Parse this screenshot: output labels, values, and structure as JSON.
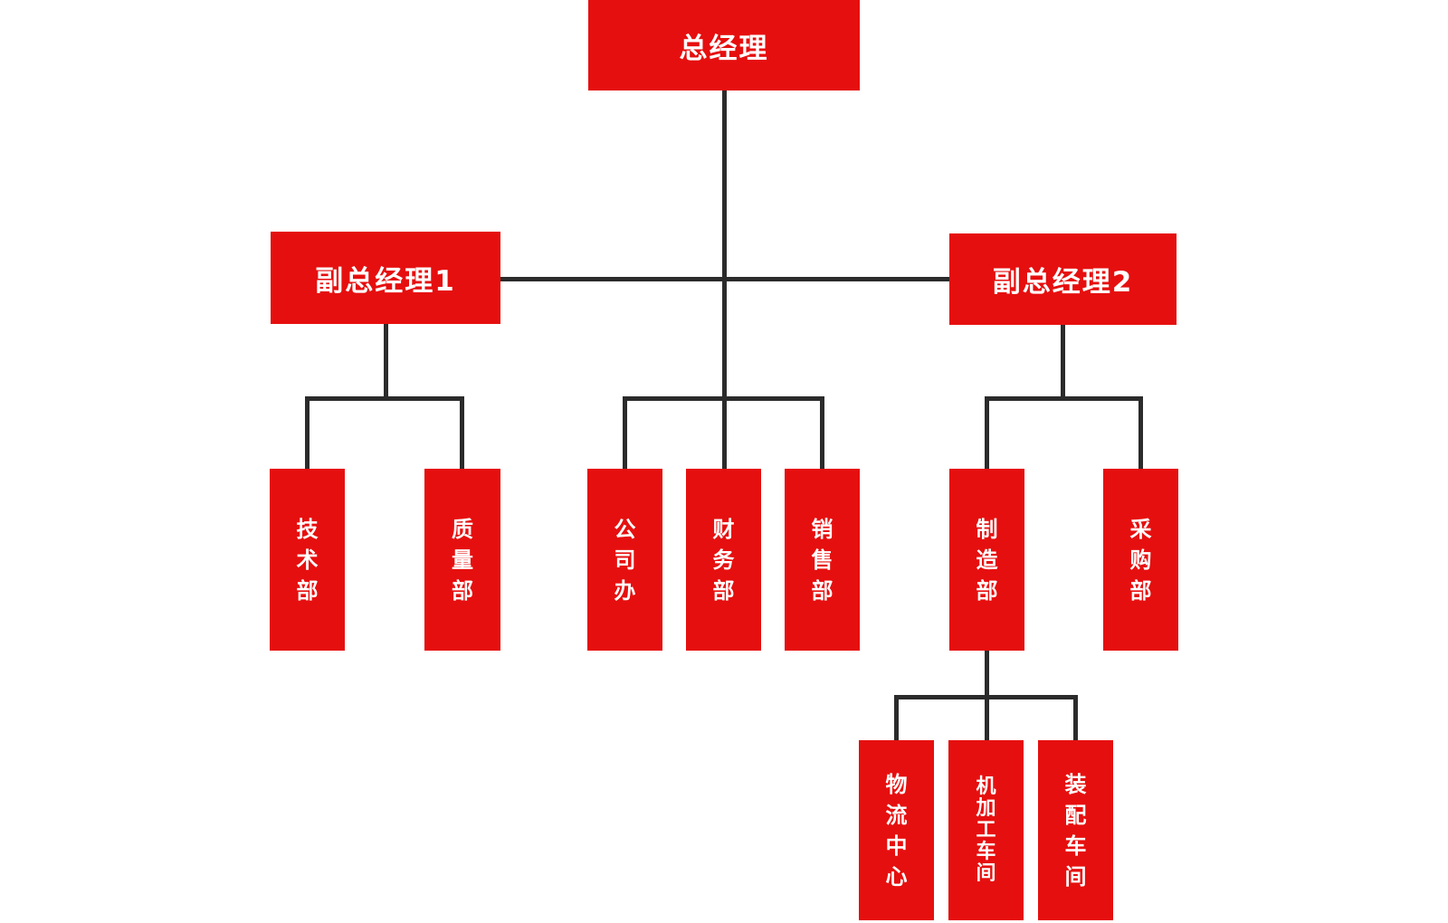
{
  "diagram_type": "org-chart",
  "colors": {
    "node_fill": "#e60f0f",
    "node_text": "#ffffff",
    "connector": "#2b2b2b",
    "background": "#ffffff"
  },
  "org": {
    "root": {
      "label": "总经理",
      "children_center": [
        {
          "label": "公司办"
        },
        {
          "label": "财务部"
        },
        {
          "label": "销售部"
        }
      ],
      "deputy_left": {
        "label": "副总经理1",
        "children": [
          {
            "label": "技术部"
          },
          {
            "label": "质量部"
          }
        ]
      },
      "deputy_right": {
        "label": "副总经理2",
        "children": [
          {
            "label": "制造部",
            "children": [
              {
                "label": "物流中心"
              },
              {
                "label": "机加工车间"
              },
              {
                "label": "装配车间"
              }
            ]
          },
          {
            "label": "采购部"
          }
        ]
      }
    }
  }
}
